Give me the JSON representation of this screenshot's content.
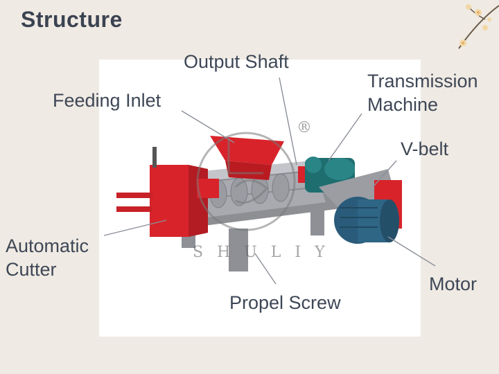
{
  "title": "Structure",
  "labels": {
    "output_shaft": "Output Shaft",
    "feeding_inlet": "Feeding Inlet",
    "transmission_line1": "Transmission",
    "transmission_line2": "Machine",
    "v_belt": "V-belt",
    "automatic_line1": "Automatic",
    "automatic_line2": "Cutter",
    "motor": "Motor",
    "propel_screw": "Propel Screw"
  },
  "watermark": {
    "brand": "SHULIY",
    "registered_mark": "®"
  },
  "colors": {
    "background": "#efeae3",
    "machine_red": "#d8232a",
    "body_gray": "#a7a9ad",
    "gear_teal": "#1e6e70",
    "motor_blue": "#2a5b7a",
    "text": "#3e4756"
  }
}
